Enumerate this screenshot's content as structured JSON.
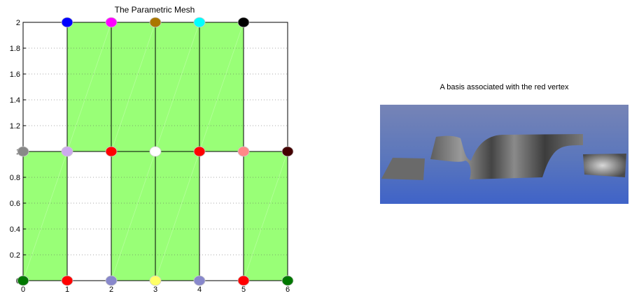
{
  "chart_data": {
    "type": "scatter",
    "title": "The Parametric Mesh",
    "xlabel": "",
    "ylabel": "",
    "xlim": [
      0,
      6
    ],
    "ylim": [
      0,
      2
    ],
    "x_ticks": [
      "0",
      "1",
      "2",
      "3",
      "4",
      "5",
      "6"
    ],
    "y_ticks": [
      "0",
      "0.2",
      "0.4",
      "0.6",
      "0.8",
      "1",
      "1.2",
      "1.4",
      "1.6",
      "1.8",
      "2"
    ],
    "grid": true,
    "cell_color": "#99ff77",
    "cells": [
      {
        "x": [
          0,
          1
        ],
        "y": [
          0,
          1
        ]
      },
      {
        "x": [
          2,
          3
        ],
        "y": [
          0,
          1
        ]
      },
      {
        "x": [
          3,
          4
        ],
        "y": [
          0,
          1
        ]
      },
      {
        "x": [
          5,
          6
        ],
        "y": [
          0,
          1
        ]
      },
      {
        "x": [
          1,
          2
        ],
        "y": [
          1,
          2
        ]
      },
      {
        "x": [
          2,
          3
        ],
        "y": [
          1,
          2
        ]
      },
      {
        "x": [
          3,
          4
        ],
        "y": [
          1,
          2
        ]
      },
      {
        "x": [
          4,
          5
        ],
        "y": [
          1,
          2
        ]
      }
    ],
    "vertices": [
      {
        "x": 0,
        "y": 0,
        "color": "#007700"
      },
      {
        "x": 1,
        "y": 0,
        "color": "#ff0000"
      },
      {
        "x": 2,
        "y": 0,
        "color": "#8888cc"
      },
      {
        "x": 3,
        "y": 0,
        "color": "#ffff66"
      },
      {
        "x": 4,
        "y": 0,
        "color": "#8888cc"
      },
      {
        "x": 5,
        "y": 0,
        "color": "#ff0000"
      },
      {
        "x": 6,
        "y": 0,
        "color": "#007700"
      },
      {
        "x": 0,
        "y": 1,
        "color": "#888888"
      },
      {
        "x": 1,
        "y": 1,
        "color": "#ccaaee"
      },
      {
        "x": 2,
        "y": 1,
        "color": "#ff0000"
      },
      {
        "x": 3,
        "y": 1,
        "color": "#ffffff"
      },
      {
        "x": 4,
        "y": 1,
        "color": "#ff0000"
      },
      {
        "x": 5,
        "y": 1,
        "color": "#ff8888"
      },
      {
        "x": 6,
        "y": 1,
        "color": "#440000"
      },
      {
        "x": 1,
        "y": 2,
        "color": "#0000ff"
      },
      {
        "x": 2,
        "y": 2,
        "color": "#ff00ff"
      },
      {
        "x": 3,
        "y": 2,
        "color": "#aa7700"
      },
      {
        "x": 4,
        "y": 2,
        "color": "#00ffff"
      },
      {
        "x": 5,
        "y": 2,
        "color": "#000000"
      }
    ]
  },
  "basis_panel": {
    "title": "A basis associated with the red vertex"
  }
}
